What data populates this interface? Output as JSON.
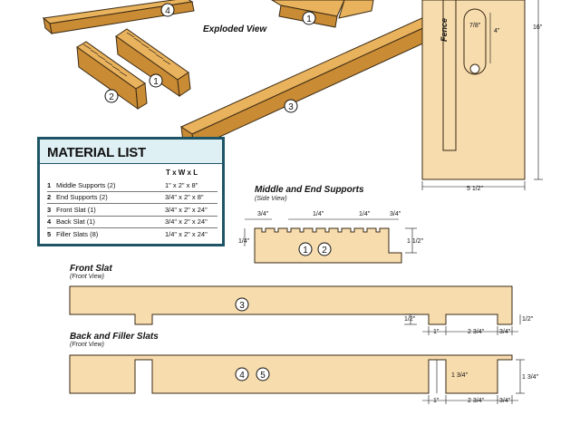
{
  "exploded_view": {
    "title": "Exploded View",
    "callouts": [
      "4",
      "1",
      "2",
      "1",
      "3"
    ]
  },
  "fence_view": {
    "label": "Fence",
    "dim_top": "7/8\"",
    "dim_slot": "4\"",
    "dim_height": "16\"",
    "dim_width": "5 1/2\""
  },
  "material_list": {
    "title": "MATERIAL LIST",
    "columns": "T x W x L",
    "rows": [
      {
        "num": "1",
        "name": "Middle Supports (2)",
        "size": "1\" x 2\" x 8\""
      },
      {
        "num": "2",
        "name": "End Supports (2)",
        "size": "3/4\" x 2\" x 8\""
      },
      {
        "num": "3",
        "name": "Front Slat (1)",
        "size": "3/4\" x 2\" x 24\""
      },
      {
        "num": "4",
        "name": "Back Slat (1)",
        "size": "3/4\" x 2\" x 24\""
      },
      {
        "num": "5",
        "name": "Filler Slats (8)",
        "size": "1/4\" x 2\" x 24\""
      }
    ]
  },
  "supports": {
    "title": "Middle and End Supports",
    "subtitle": "(Side View)",
    "callouts": [
      "1",
      "2"
    ],
    "dims": [
      "3/4\"",
      "1/4\"",
      "1/4\"",
      "3/4\"",
      "1/4\"",
      "1 1/2\""
    ]
  },
  "front_slat": {
    "title": "Front Slat",
    "subtitle": "(Front View)",
    "callouts": [
      "3"
    ],
    "dims": [
      "1/2\"",
      "1\"",
      "2 3/4\"",
      "3/4\"",
      "1/2\""
    ]
  },
  "back_slat": {
    "title": "Back and Filler Slats",
    "subtitle": "(Front View)",
    "callouts": [
      "4",
      "5"
    ],
    "dims": [
      "1 3/4\"",
      "1\"",
      "2 3/4\"",
      "3/4\"",
      "1 3/4\""
    ]
  }
}
